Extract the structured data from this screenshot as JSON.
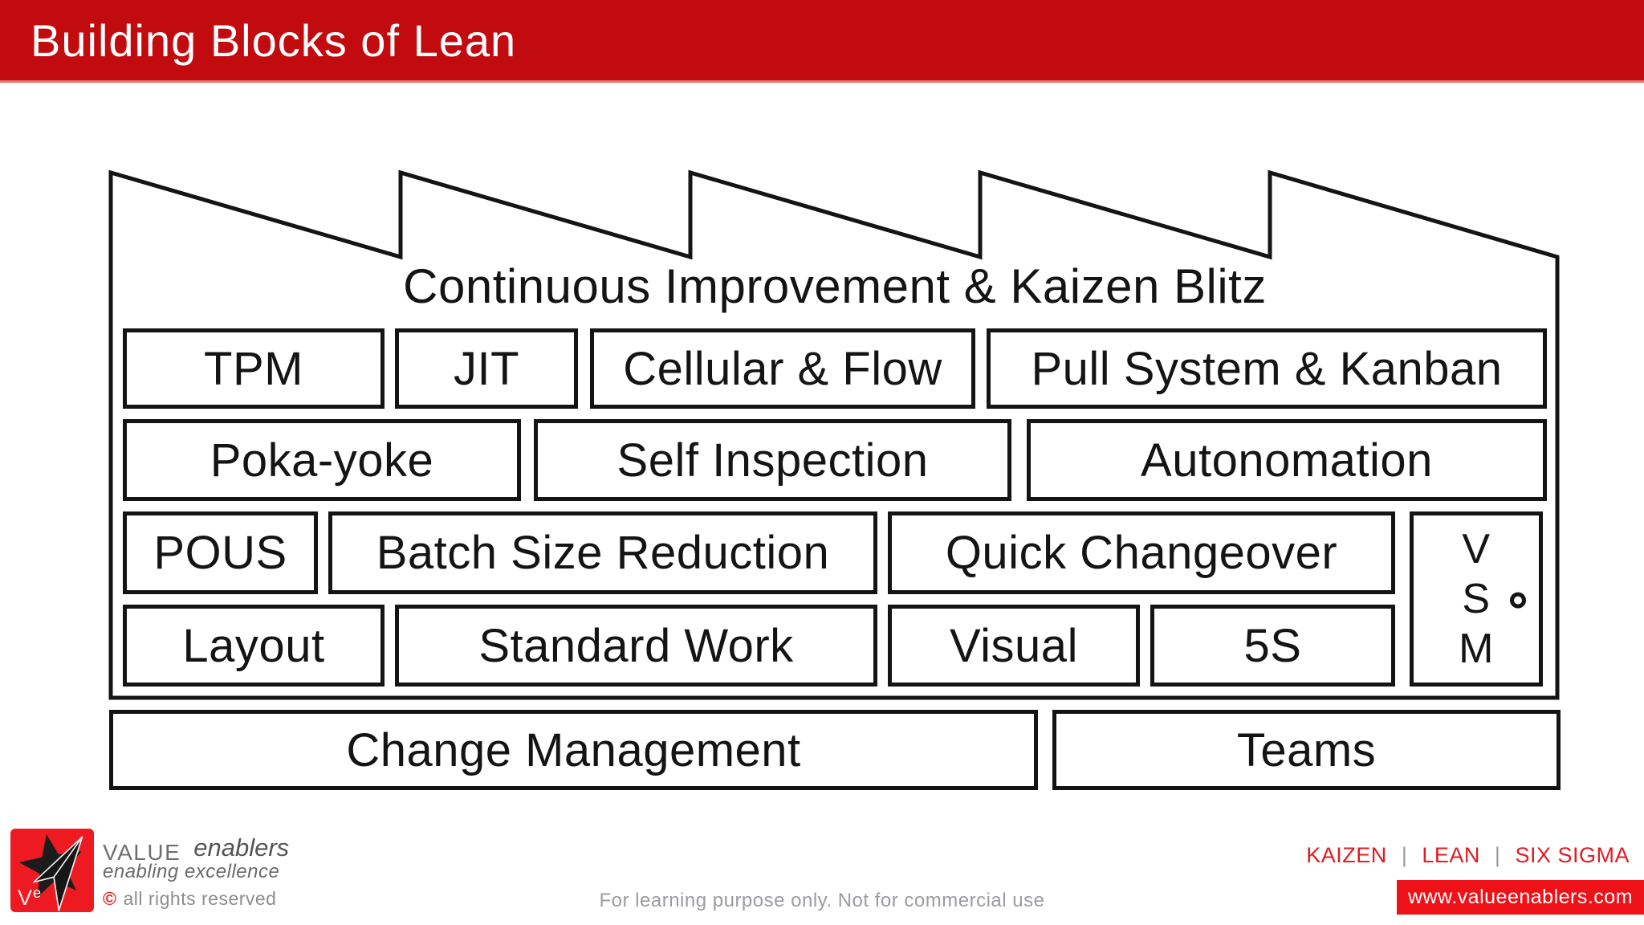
{
  "header": {
    "title": "Building Blocks of Lean"
  },
  "factory": {
    "roof_label": "Continuous Improvement & Kaizen Blitz",
    "rows": [
      {
        "boxes": [
          {
            "label": "TPM"
          },
          {
            "label": "JIT"
          },
          {
            "label": "Cellular & Flow"
          },
          {
            "label": "Pull System & Kanban"
          }
        ]
      },
      {
        "boxes": [
          {
            "label": "Poka-yoke"
          },
          {
            "label": "Self Inspection"
          },
          {
            "label": "Autonomation"
          }
        ]
      },
      {
        "boxes": [
          {
            "label": "POUS"
          },
          {
            "label": "Batch Size Reduction"
          },
          {
            "label": "Quick Changeover"
          }
        ]
      },
      {
        "boxes": [
          {
            "label": "Layout"
          },
          {
            "label": "Standard Work"
          },
          {
            "label": "Visual"
          },
          {
            "label": "5S"
          }
        ]
      }
    ],
    "vsm": {
      "letters": [
        "V",
        "S",
        "M"
      ]
    }
  },
  "foundation": {
    "boxes": [
      {
        "label": "Change Management"
      },
      {
        "label": "Teams"
      }
    ]
  },
  "footer": {
    "logo": {
      "monogram_v": "V",
      "monogram_e": "e",
      "brand": "VALUE",
      "brand_suffix": "enablers",
      "tagline": "enabling excellence",
      "copyright_symbol": "©",
      "rights": "all rights reserved"
    },
    "disclaimer": "For learning purpose only. Not for commercial use",
    "services": [
      "KAIZEN",
      "LEAN",
      "SIX SIGMA"
    ],
    "separator": "|",
    "website": "www.valueenablers.com"
  },
  "colors": {
    "banner_red": "#c20b0f",
    "logo_red": "#ee1a22",
    "site_bar_red": "#ee1218",
    "services_red": "#e31b22",
    "outline_black": "#141414",
    "gray_text": "#9b9ba1"
  }
}
